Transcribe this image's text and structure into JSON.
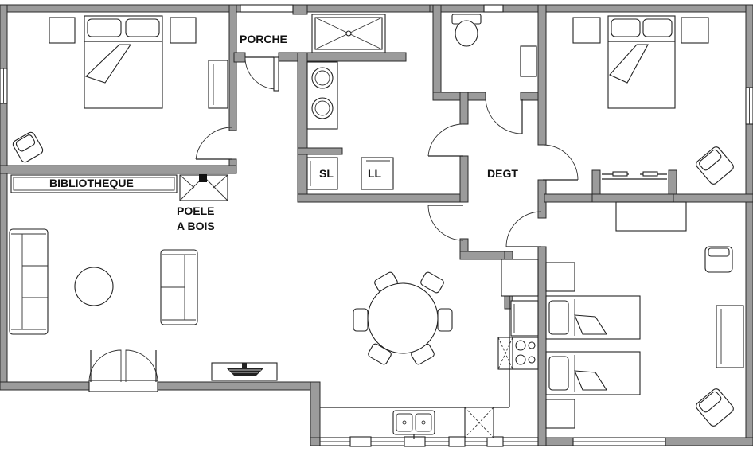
{
  "labels": {
    "porche": "PORCHE",
    "bibliotheque": "BIBLIOTHEQUE",
    "poele_line1": "POELE",
    "poele_line2": "A BOIS",
    "sl": "SL",
    "ll": "LL",
    "degt": "DEGT"
  }
}
